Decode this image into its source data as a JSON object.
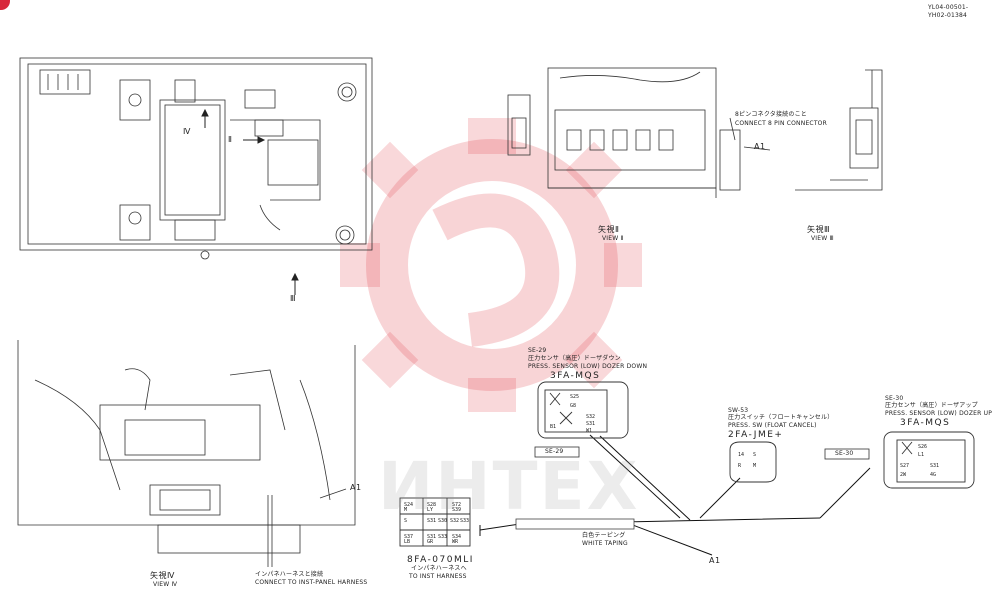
{
  "doc_ref": {
    "line1": "YL04-00501-",
    "line2": "YH02-01384"
  },
  "views": {
    "view2": {
      "jp": "矢視Ⅱ",
      "en": "VIEW Ⅱ"
    },
    "view3": {
      "jp": "矢視Ⅲ",
      "en": "VIEW Ⅲ"
    },
    "view4": {
      "jp": "矢視Ⅳ",
      "en": "VIEW Ⅳ"
    }
  },
  "arrow_labels": {
    "ii": "Ⅱ",
    "iii": "Ⅲ",
    "iv": "Ⅳ"
  },
  "callouts": {
    "a1_top": "A1",
    "a1_left": "A1",
    "a1_bottom": "A1",
    "conn8_jp": "8ピンコネクタ接続のこと",
    "conn8_en": "CONNECT 8 PIN CONNECTOR",
    "inst_jp": "インパネハーネスと接続",
    "inst_en": "CONNECT TO INST-PANEL HARNESS"
  },
  "connectors": {
    "sensor_down": {
      "code": "SE-29",
      "jp": "圧力センサ（高圧）ドーザダウン",
      "en": "PRESS. SENSOR (LOW) DOZER DOWN",
      "part": "3FA-MQS",
      "tag": "SE-29",
      "pins": [
        "S25",
        "G8",
        "S32",
        "S31",
        "B1",
        "W1"
      ]
    },
    "press_sw": {
      "code": "SW-53",
      "jp": "圧力スイッチ（フロートキャンセル）",
      "en": "PRESS. SW (FLOAT CANCEL)",
      "part": "2FA-JME+",
      "pins": [
        "14",
        "S",
        "R",
        "M"
      ]
    },
    "sensor_up": {
      "code": "SE-30",
      "jp": "圧力センサ（高圧）ドーザアップ",
      "en": "PRESS. SENSOR (LOW) DOZER UP",
      "part": "3FA-MQS",
      "tag": "SE-30",
      "pins": [
        "S26",
        "L1",
        "S27",
        "S31",
        "2W",
        "4G"
      ]
    },
    "inst": {
      "part": "8FA-070MLI",
      "jp": "インパネハーネスへ",
      "en": "TO INST HARNESS",
      "pins": [
        "S24",
        "S72",
        "M",
        "LY",
        "S28",
        "S",
        "S31",
        "S30",
        "S32",
        "S33",
        "S37",
        "S31",
        "S33",
        "LB",
        "GR",
        "WR",
        "S34",
        "S39"
      ]
    }
  },
  "harness": {
    "tape_jp": "白色テーピング",
    "tape_en": "WHITE TAPING"
  },
  "watermark": {
    "text": "ИНТЕХ"
  }
}
